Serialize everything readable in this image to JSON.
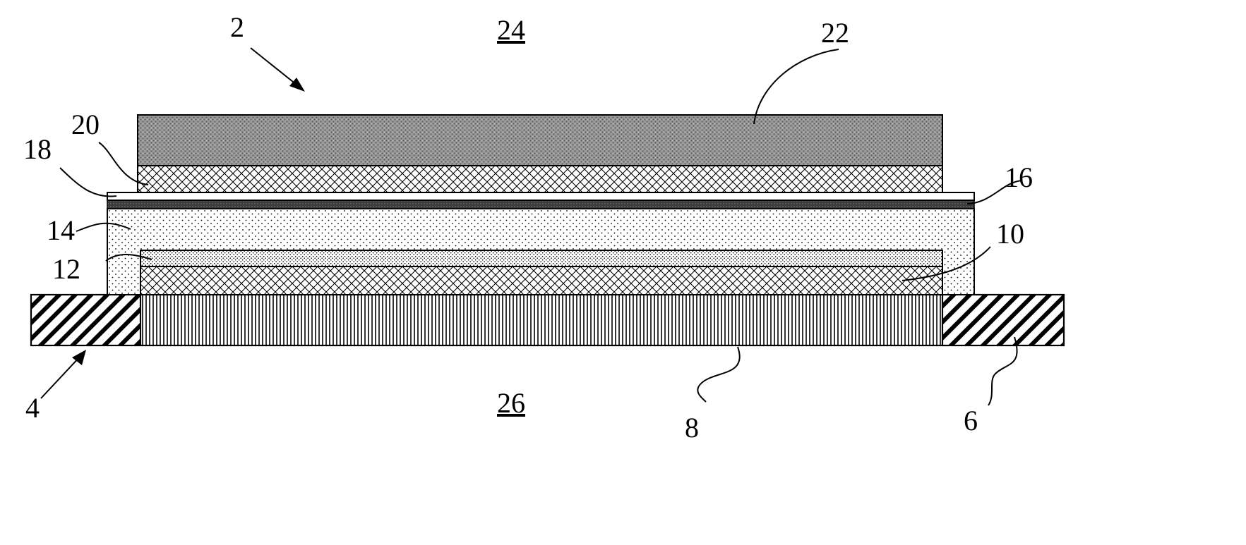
{
  "figure": {
    "labels": {
      "device": "2",
      "substrate_assembly": "4",
      "frame": "6",
      "membrane_region": "8",
      "bottom_electrode": "10",
      "interface_layer": "12",
      "dielectric": "14",
      "barrier_layer": "16",
      "cap_layer": "18",
      "top_electrode": "20",
      "top_layer": "22",
      "upper_region": "24",
      "lower_region": "26"
    },
    "underlined_labels": [
      "24",
      "26"
    ],
    "colors": {
      "line": "#000000",
      "background": "#ffffff",
      "top_layer_fill": "#8c8c8c",
      "dark_band": "#3a3a3a"
    }
  }
}
